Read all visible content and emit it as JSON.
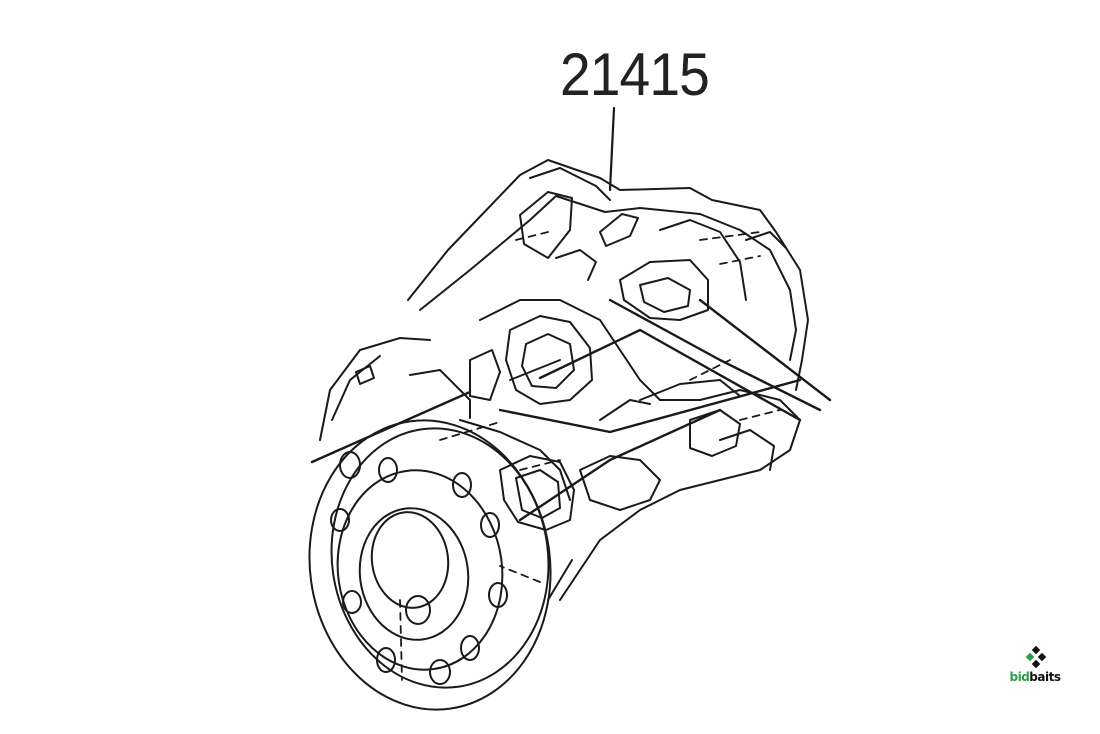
{
  "diagram": {
    "part_number": "21415"
  },
  "logo": {
    "name_part1": "bid",
    "name_part2": "baits",
    "accent_color": "#2ea043"
  },
  "colors": {
    "line": "#1a1a1a",
    "background": "#ffffff"
  }
}
